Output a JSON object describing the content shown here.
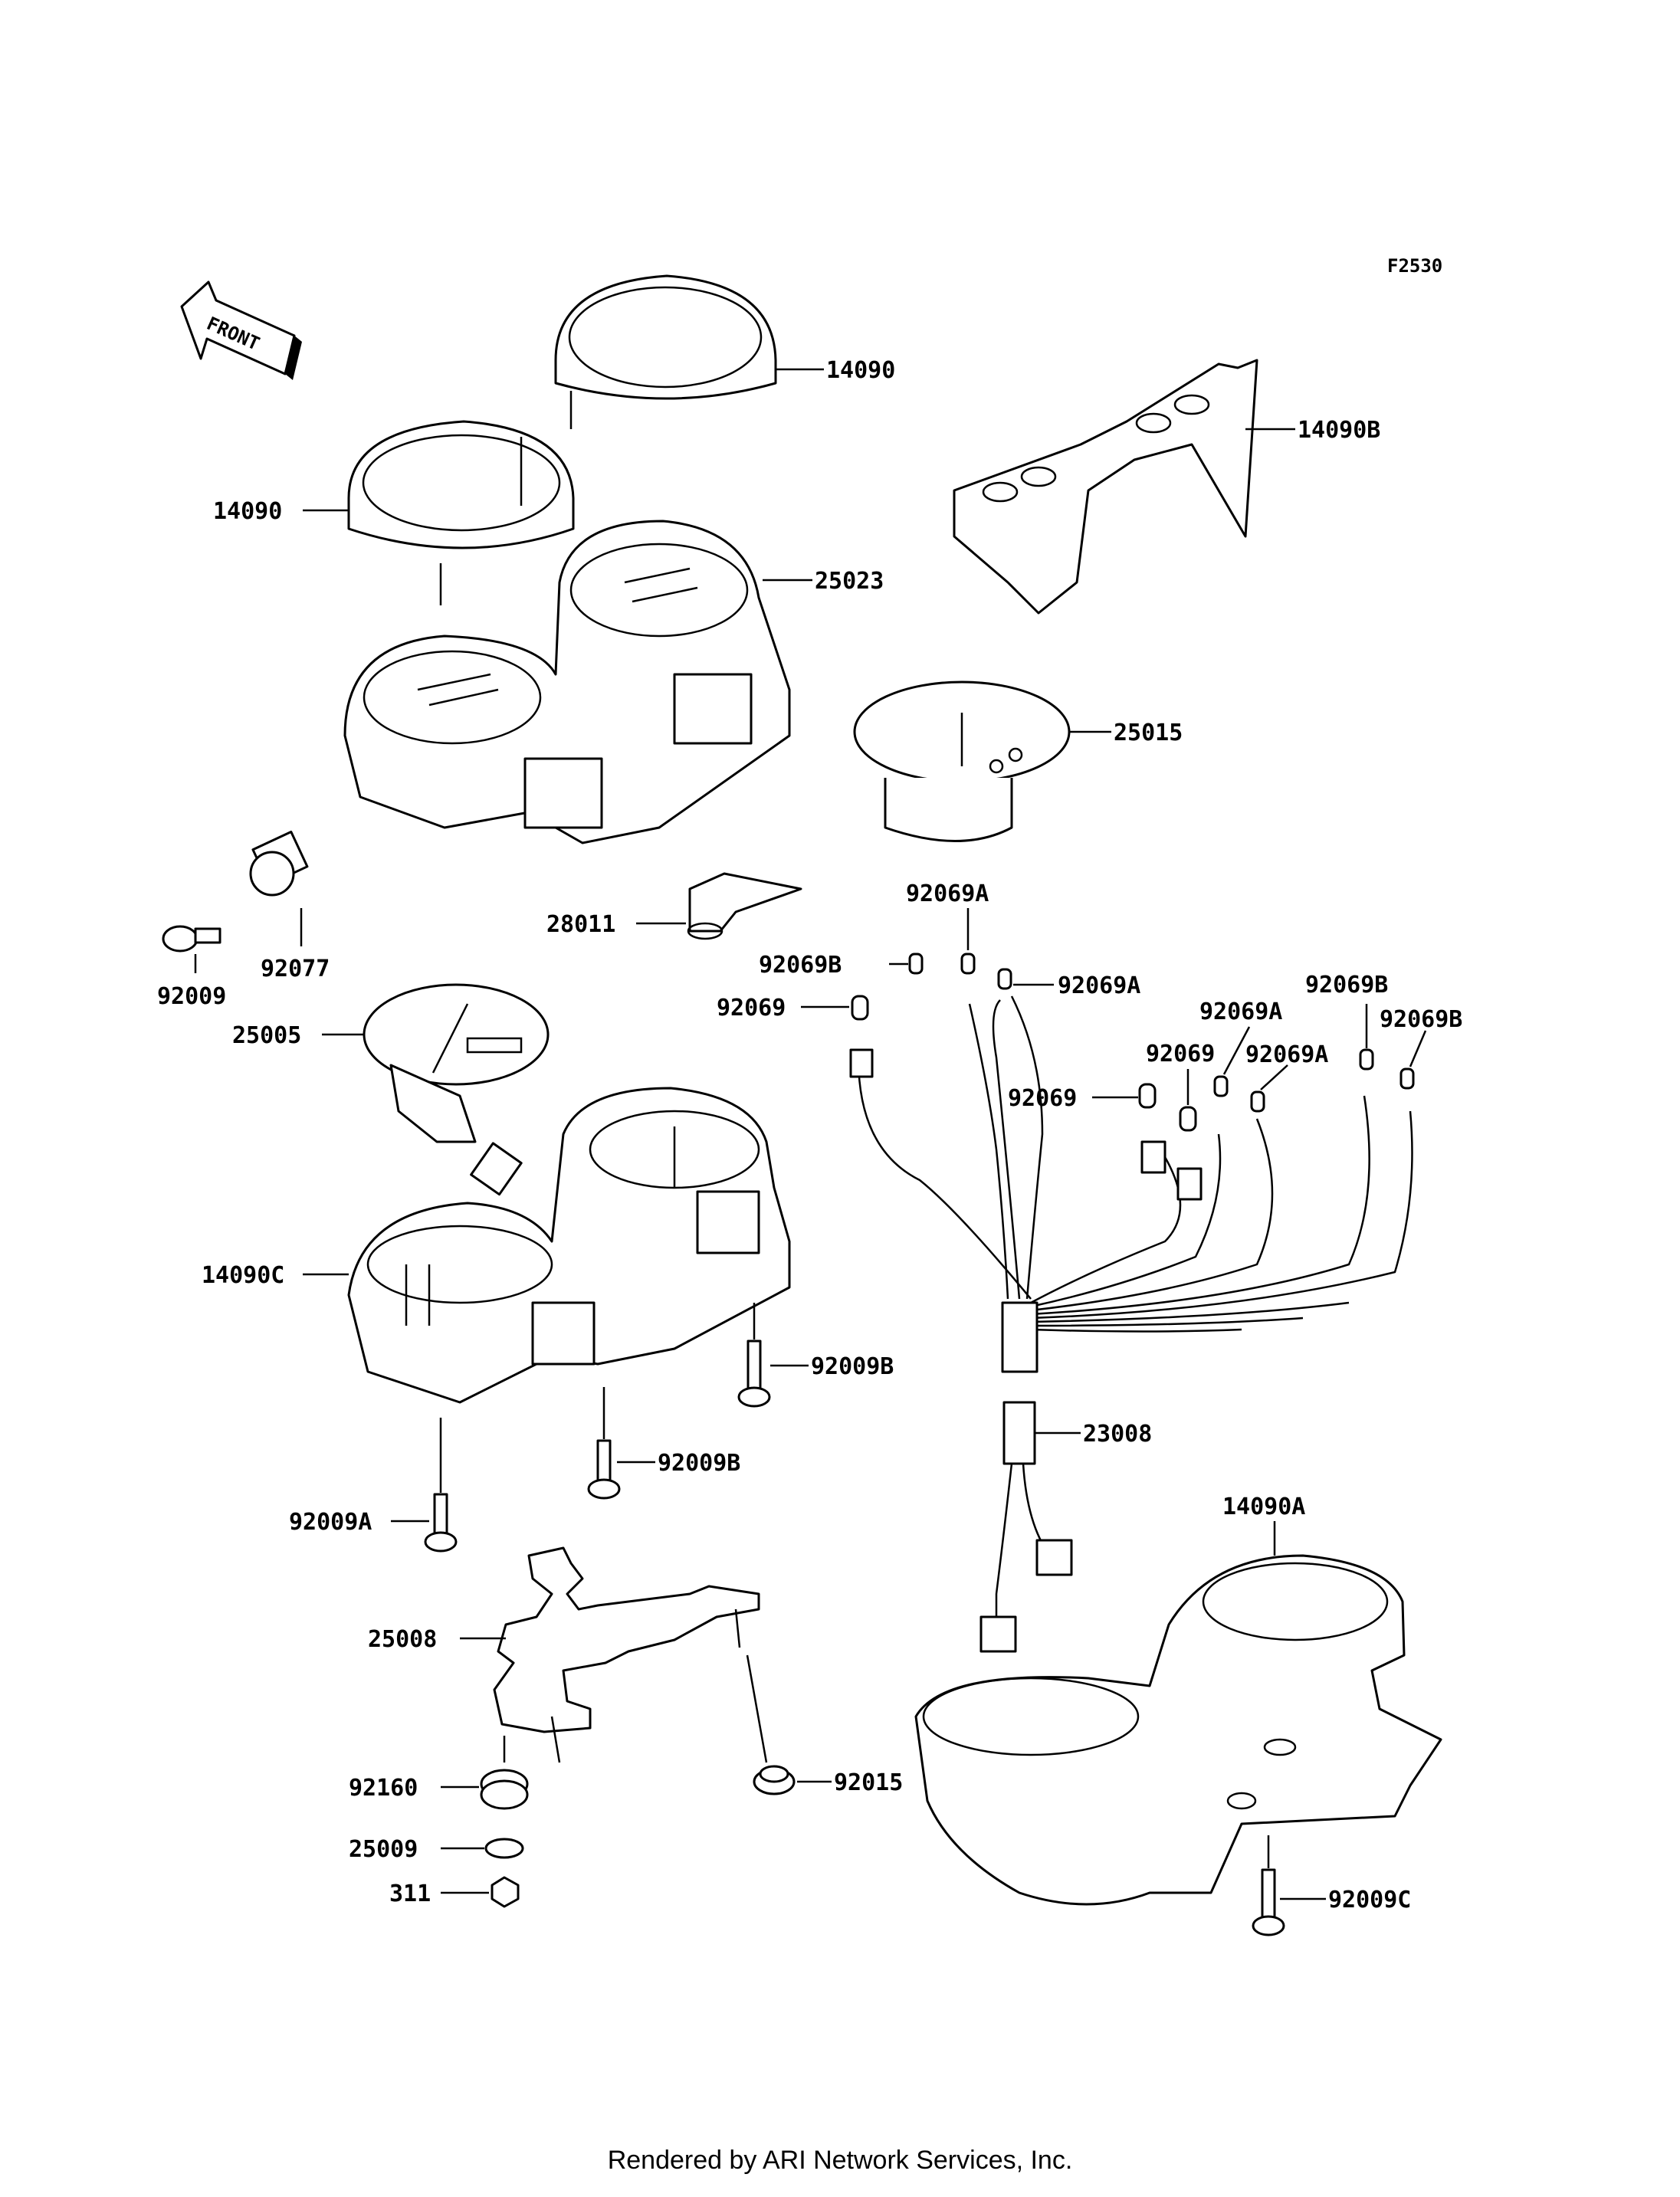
{
  "diagram_code": "F2530",
  "front_label": "FRONT",
  "footer": "Rendered by ARI Network Services, Inc.",
  "callouts": {
    "p14090_top": "14090",
    "p14090_left": "14090",
    "p14090B": "14090B",
    "p25023": "25023",
    "p25015": "25015",
    "p28011": "28011",
    "p92077": "92077",
    "p92009": "92009",
    "p25005": "25005",
    "p92069A_1": "92069A",
    "p92069B_1": "92069B",
    "p92069A_2": "92069A",
    "p92069_1": "92069",
    "p92069B_2": "92069B",
    "p92069A_3": "92069A",
    "p92069B_3": "92069B",
    "p92069_2": "92069",
    "p92069A_4": "92069A",
    "p92069_3": "92069",
    "p14090C": "14090C",
    "p92009B_1": "92009B",
    "p92009B_2": "92009B",
    "p23008": "23008",
    "p92009A": "92009A",
    "p14090A": "14090A",
    "p25008": "25008",
    "p92160": "92160",
    "p92015": "92015",
    "p25009": "25009",
    "p311": "311",
    "p92009C": "92009C"
  }
}
